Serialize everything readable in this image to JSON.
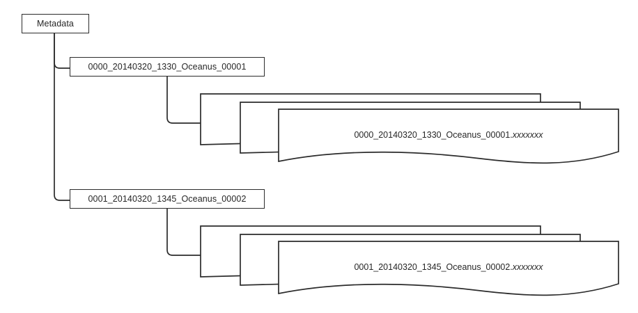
{
  "diagram": {
    "type": "tree-hierarchy",
    "title_node": {
      "label": "Metadata"
    },
    "branches": [
      {
        "node_label": "0000_20140320_1330_Oceanus_00001",
        "document_stack": {
          "count": 3,
          "label_base": "0000_20140320_1330_Oceanus_00001.",
          "label_extension": "xxxxxxx"
        }
      },
      {
        "node_label": "0001_20140320_1345_Oceanus_00002",
        "document_stack": {
          "count": 3,
          "label_base": "0001_20140320_1345_Oceanus_00002.",
          "label_extension": "xxxxxxx"
        }
      }
    ],
    "colors": {
      "stroke": "#2b2b2b",
      "fill": "#ffffff",
      "text": "#262626"
    }
  }
}
